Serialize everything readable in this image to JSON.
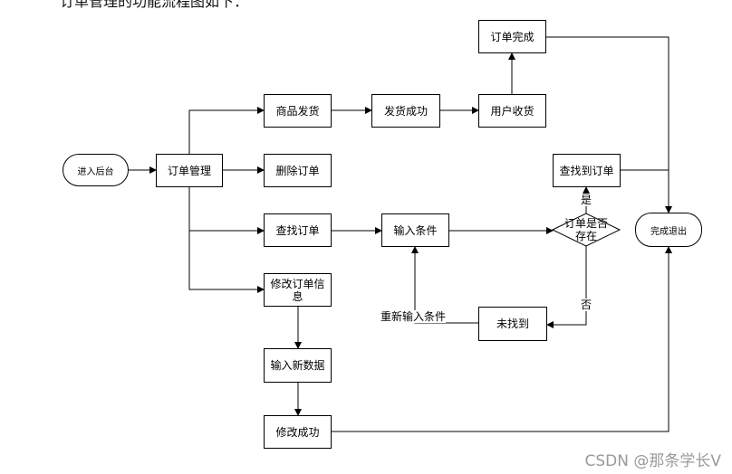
{
  "intro_text": "订单管理的功能流程图如下：",
  "nodes": {
    "enter_backend": "进入后台",
    "order_mgmt": "订单管理",
    "ship_goods": "商品发货",
    "ship_success": "发货成功",
    "user_receive": "用户收货",
    "order_complete": "订单完成",
    "delete_order": "删除订单",
    "find_order": "查找订单",
    "input_condition": "输入条件",
    "order_exists_line1": "订单是否",
    "order_exists_line2": "存在",
    "found_order": "查找到订单",
    "not_found": "未找到",
    "finish_exit": "完成退出",
    "modify_order_line1": "修改订单信",
    "modify_order_line2": "息",
    "input_new_data": "输入新数据",
    "modify_success": "修改成功"
  },
  "edge_labels": {
    "yes": "是",
    "no": "否",
    "reenter": "重新输入条件"
  },
  "watermark": "CSDN @那条学长V"
}
